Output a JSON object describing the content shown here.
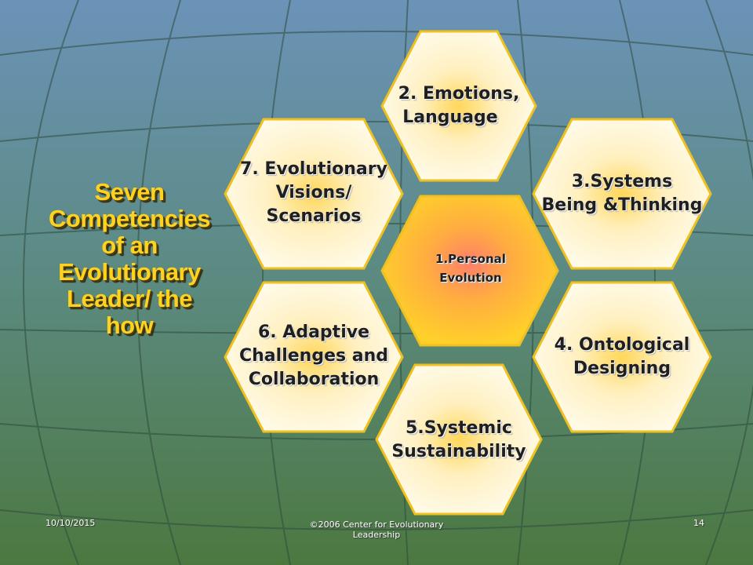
{
  "title_lines": [
    "Seven",
    "Competencies",
    "of an",
    "Evolutionary",
    "Leader/ the",
    "how"
  ],
  "hexagons": [
    {
      "id": "center",
      "lines": [
        "1.Personal",
        "Evolution"
      ]
    },
    {
      "id": "top",
      "lines": [
        "2. Emotions,",
        "Language"
      ]
    },
    {
      "id": "upper-right",
      "lines": [
        "3.Systems",
        "Being &Thinking"
      ]
    },
    {
      "id": "lower-right",
      "lines": [
        "4. Ontological",
        "Designing"
      ]
    },
    {
      "id": "bottom",
      "lines": [
        "5.Systemic",
        "Sustainability"
      ]
    },
    {
      "id": "lower-left",
      "lines": [
        "6. Adaptive",
        "Challenges and",
        "Collaboration"
      ]
    },
    {
      "id": "upper-left",
      "lines": [
        "7. Evolutionary",
        "Visions/",
        "Scenarios"
      ]
    }
  ],
  "footer": {
    "date": "10/10/2015",
    "copyright_lines": [
      "©2006 Center for Evolutionary",
      "Leadership"
    ],
    "page_number": "14"
  },
  "colors": {
    "background_top": "#6b93b3",
    "background_bottom": "#4f7a45",
    "title": "#ffd21e",
    "hex_border": "#f0c020",
    "hex_fill_light": "#fff8dc",
    "center_fill": "#ffc020",
    "center_glow": "#ff8c5a"
  }
}
